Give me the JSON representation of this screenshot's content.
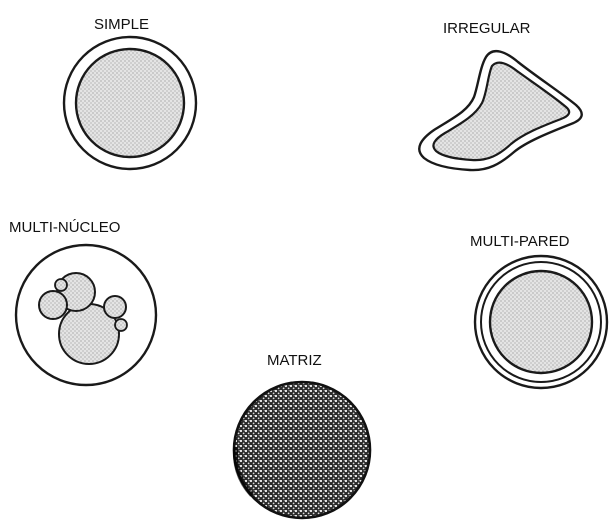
{
  "labels": {
    "simple": "SIMPLE",
    "irregular": "IRREGULAR",
    "multi_nucleo": "MULTI-NÚCLEO",
    "multi_pared": "MULTI-PARED",
    "matriz": "MATRIZ"
  }
}
